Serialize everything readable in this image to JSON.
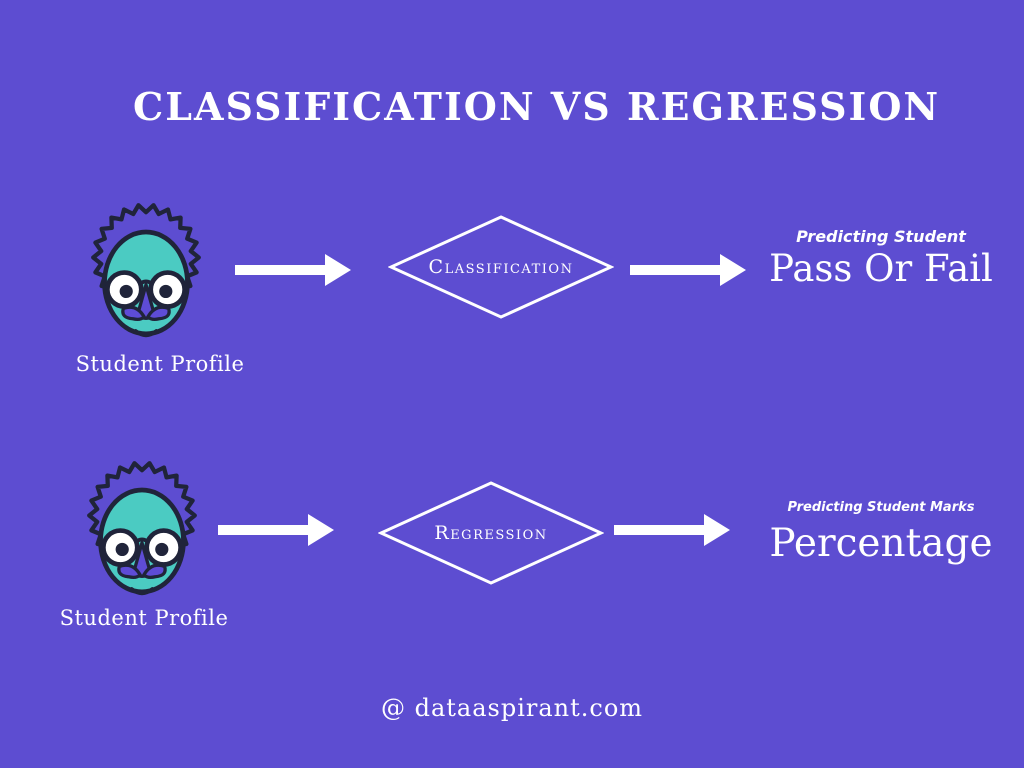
{
  "colors": {
    "background": "#5d4dd1",
    "text": "#ffffff",
    "face_skin": "#4bcbc2",
    "line_dark": "#20243a",
    "mustache": "#5e4cd6",
    "arrow": "#ffffff"
  },
  "header": {
    "title": "CLASSIFICATION VS REGRESSION"
  },
  "rows": [
    {
      "icon": "professor-face-icon",
      "profile_label": "Student Profile",
      "diamond_label": "Classification",
      "result_caption": "Predicting Student",
      "result_label": "Pass Or Fail"
    },
    {
      "icon": "professor-face-icon",
      "profile_label": "Student Profile",
      "diamond_label": "Regression",
      "result_caption": "Predicting Student Marks",
      "result_label": "Percentage"
    }
  ],
  "footer": {
    "credit": "@ dataaspirant.com"
  }
}
